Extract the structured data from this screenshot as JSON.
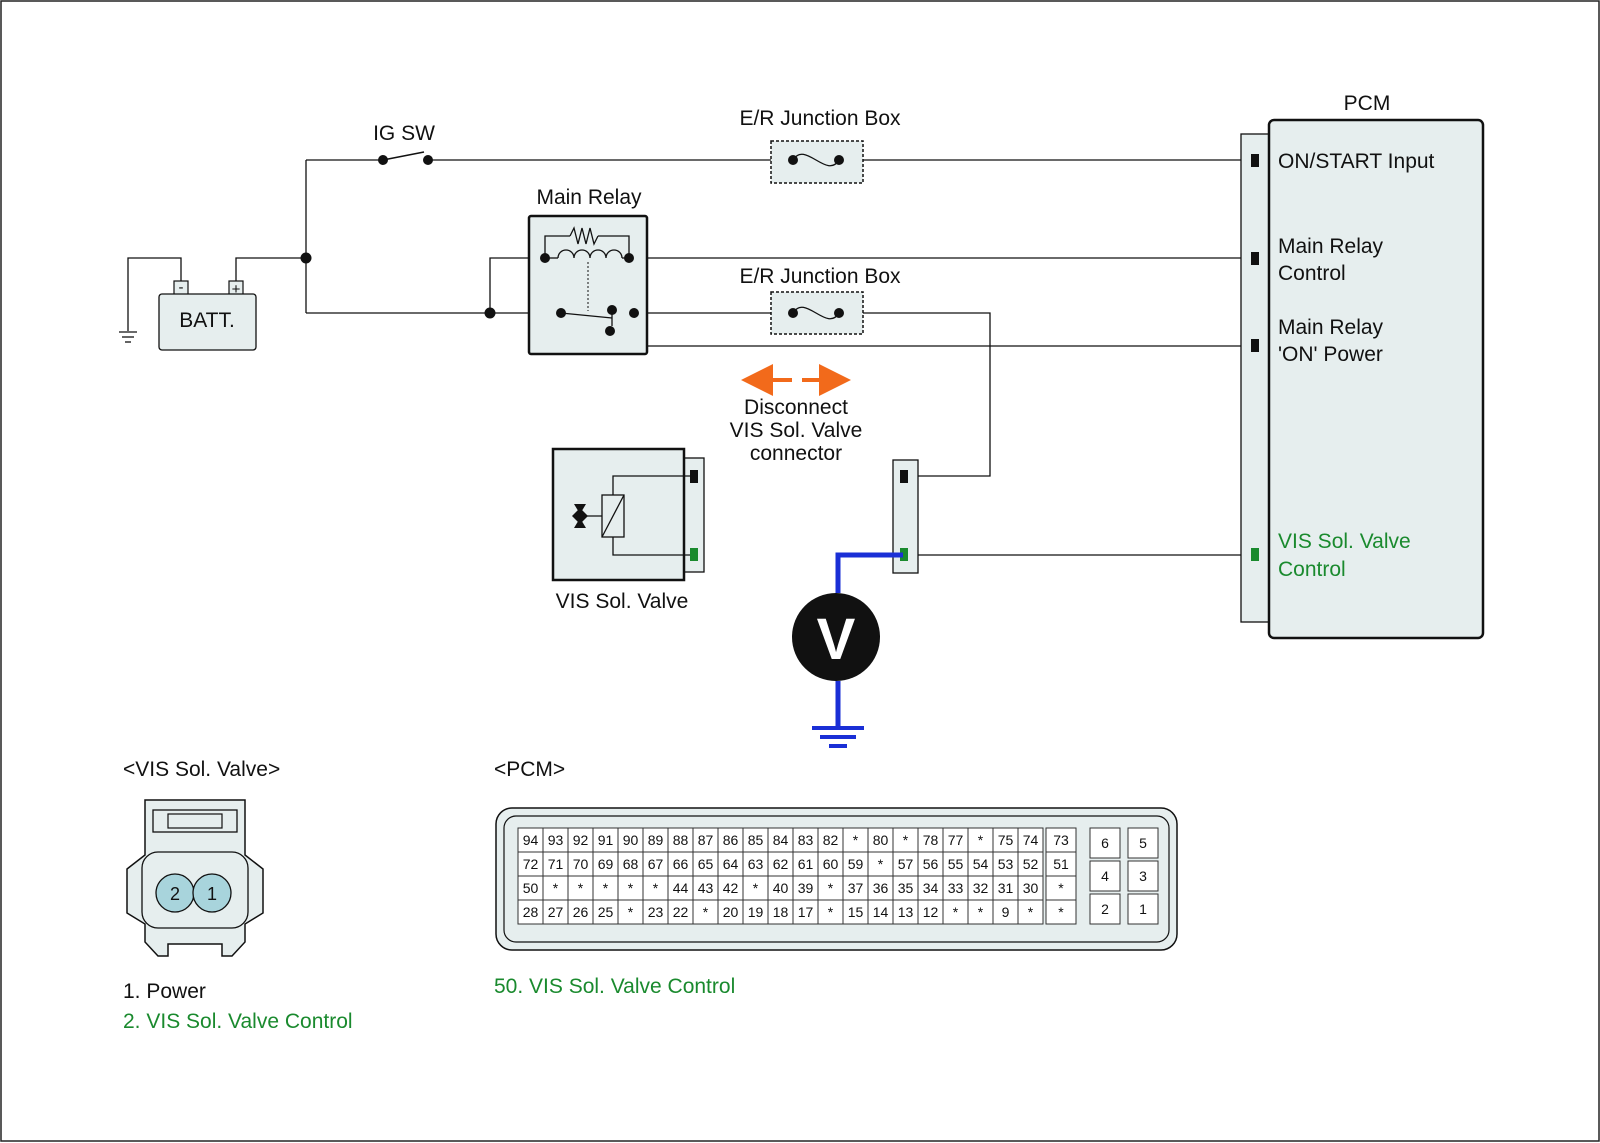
{
  "colors": {
    "wire": "#111111",
    "meter_lead": "#1a2fd6",
    "highlight_text": "#1a8a2e",
    "arrow": "#f26a1b",
    "component_fill": "#e6eeee",
    "pin_highlight": "#a8d4dc"
  },
  "labels": {
    "ig_sw": "IG SW",
    "junction_box_1": "E/R Junction Box",
    "junction_box_2": "E/R Junction Box",
    "main_relay": "Main Relay",
    "battery": "BATT.",
    "battery_minus": "-",
    "battery_plus": "+",
    "pcm": "PCM",
    "vis_valve": "VIS Sol. Valve",
    "meter": "V",
    "disconnect": [
      "Disconnect",
      "VIS Sol. Valve",
      "connector"
    ]
  },
  "pcm_pins": {
    "on_start": [
      "ON/START Input"
    ],
    "main_relay_control": [
      "Main Relay",
      "Control"
    ],
    "main_relay_on_power": [
      "Main Relay",
      "'ON' Power"
    ],
    "vis_control": [
      "VIS Sol. Valve",
      "Control"
    ]
  },
  "vis_connector": {
    "title": "<VIS Sol. Valve>",
    "pins": [
      "2",
      "1"
    ],
    "legend": [
      {
        "text": "1. Power",
        "highlight": false
      },
      {
        "text": "2. VIS Sol. Valve Control",
        "highlight": true
      }
    ]
  },
  "pcm_connector": {
    "title": "<PCM>",
    "highlight_pin": "50",
    "rows": [
      [
        "94",
        "93",
        "92",
        "91",
        "90",
        "89",
        "88",
        "87",
        "86",
        "85",
        "84",
        "83",
        "82",
        "*",
        "80",
        "*",
        "78",
        "77",
        "*",
        "75",
        "74"
      ],
      [
        "72",
        "71",
        "70",
        "69",
        "68",
        "67",
        "66",
        "65",
        "64",
        "63",
        "62",
        "61",
        "60",
        "59",
        "*",
        "57",
        "56",
        "55",
        "54",
        "53",
        "52"
      ],
      [
        "50",
        "*",
        "*",
        "*",
        "*",
        "*",
        "44",
        "43",
        "42",
        "*",
        "40",
        "39",
        "*",
        "37",
        "36",
        "35",
        "34",
        "33",
        "32",
        "31",
        "30"
      ],
      [
        "28",
        "27",
        "26",
        "25",
        "*",
        "23",
        "22",
        "*",
        "20",
        "19",
        "18",
        "17",
        "*",
        "15",
        "14",
        "13",
        "12",
        "*",
        "*",
        "9",
        "*"
      ]
    ],
    "side_column": [
      "73",
      "51",
      "*",
      "*"
    ],
    "small_block": [
      [
        "6",
        "5"
      ],
      [
        "4",
        "3"
      ],
      [
        "2",
        "1"
      ]
    ],
    "legend": "50. VIS Sol. Valve Control"
  }
}
